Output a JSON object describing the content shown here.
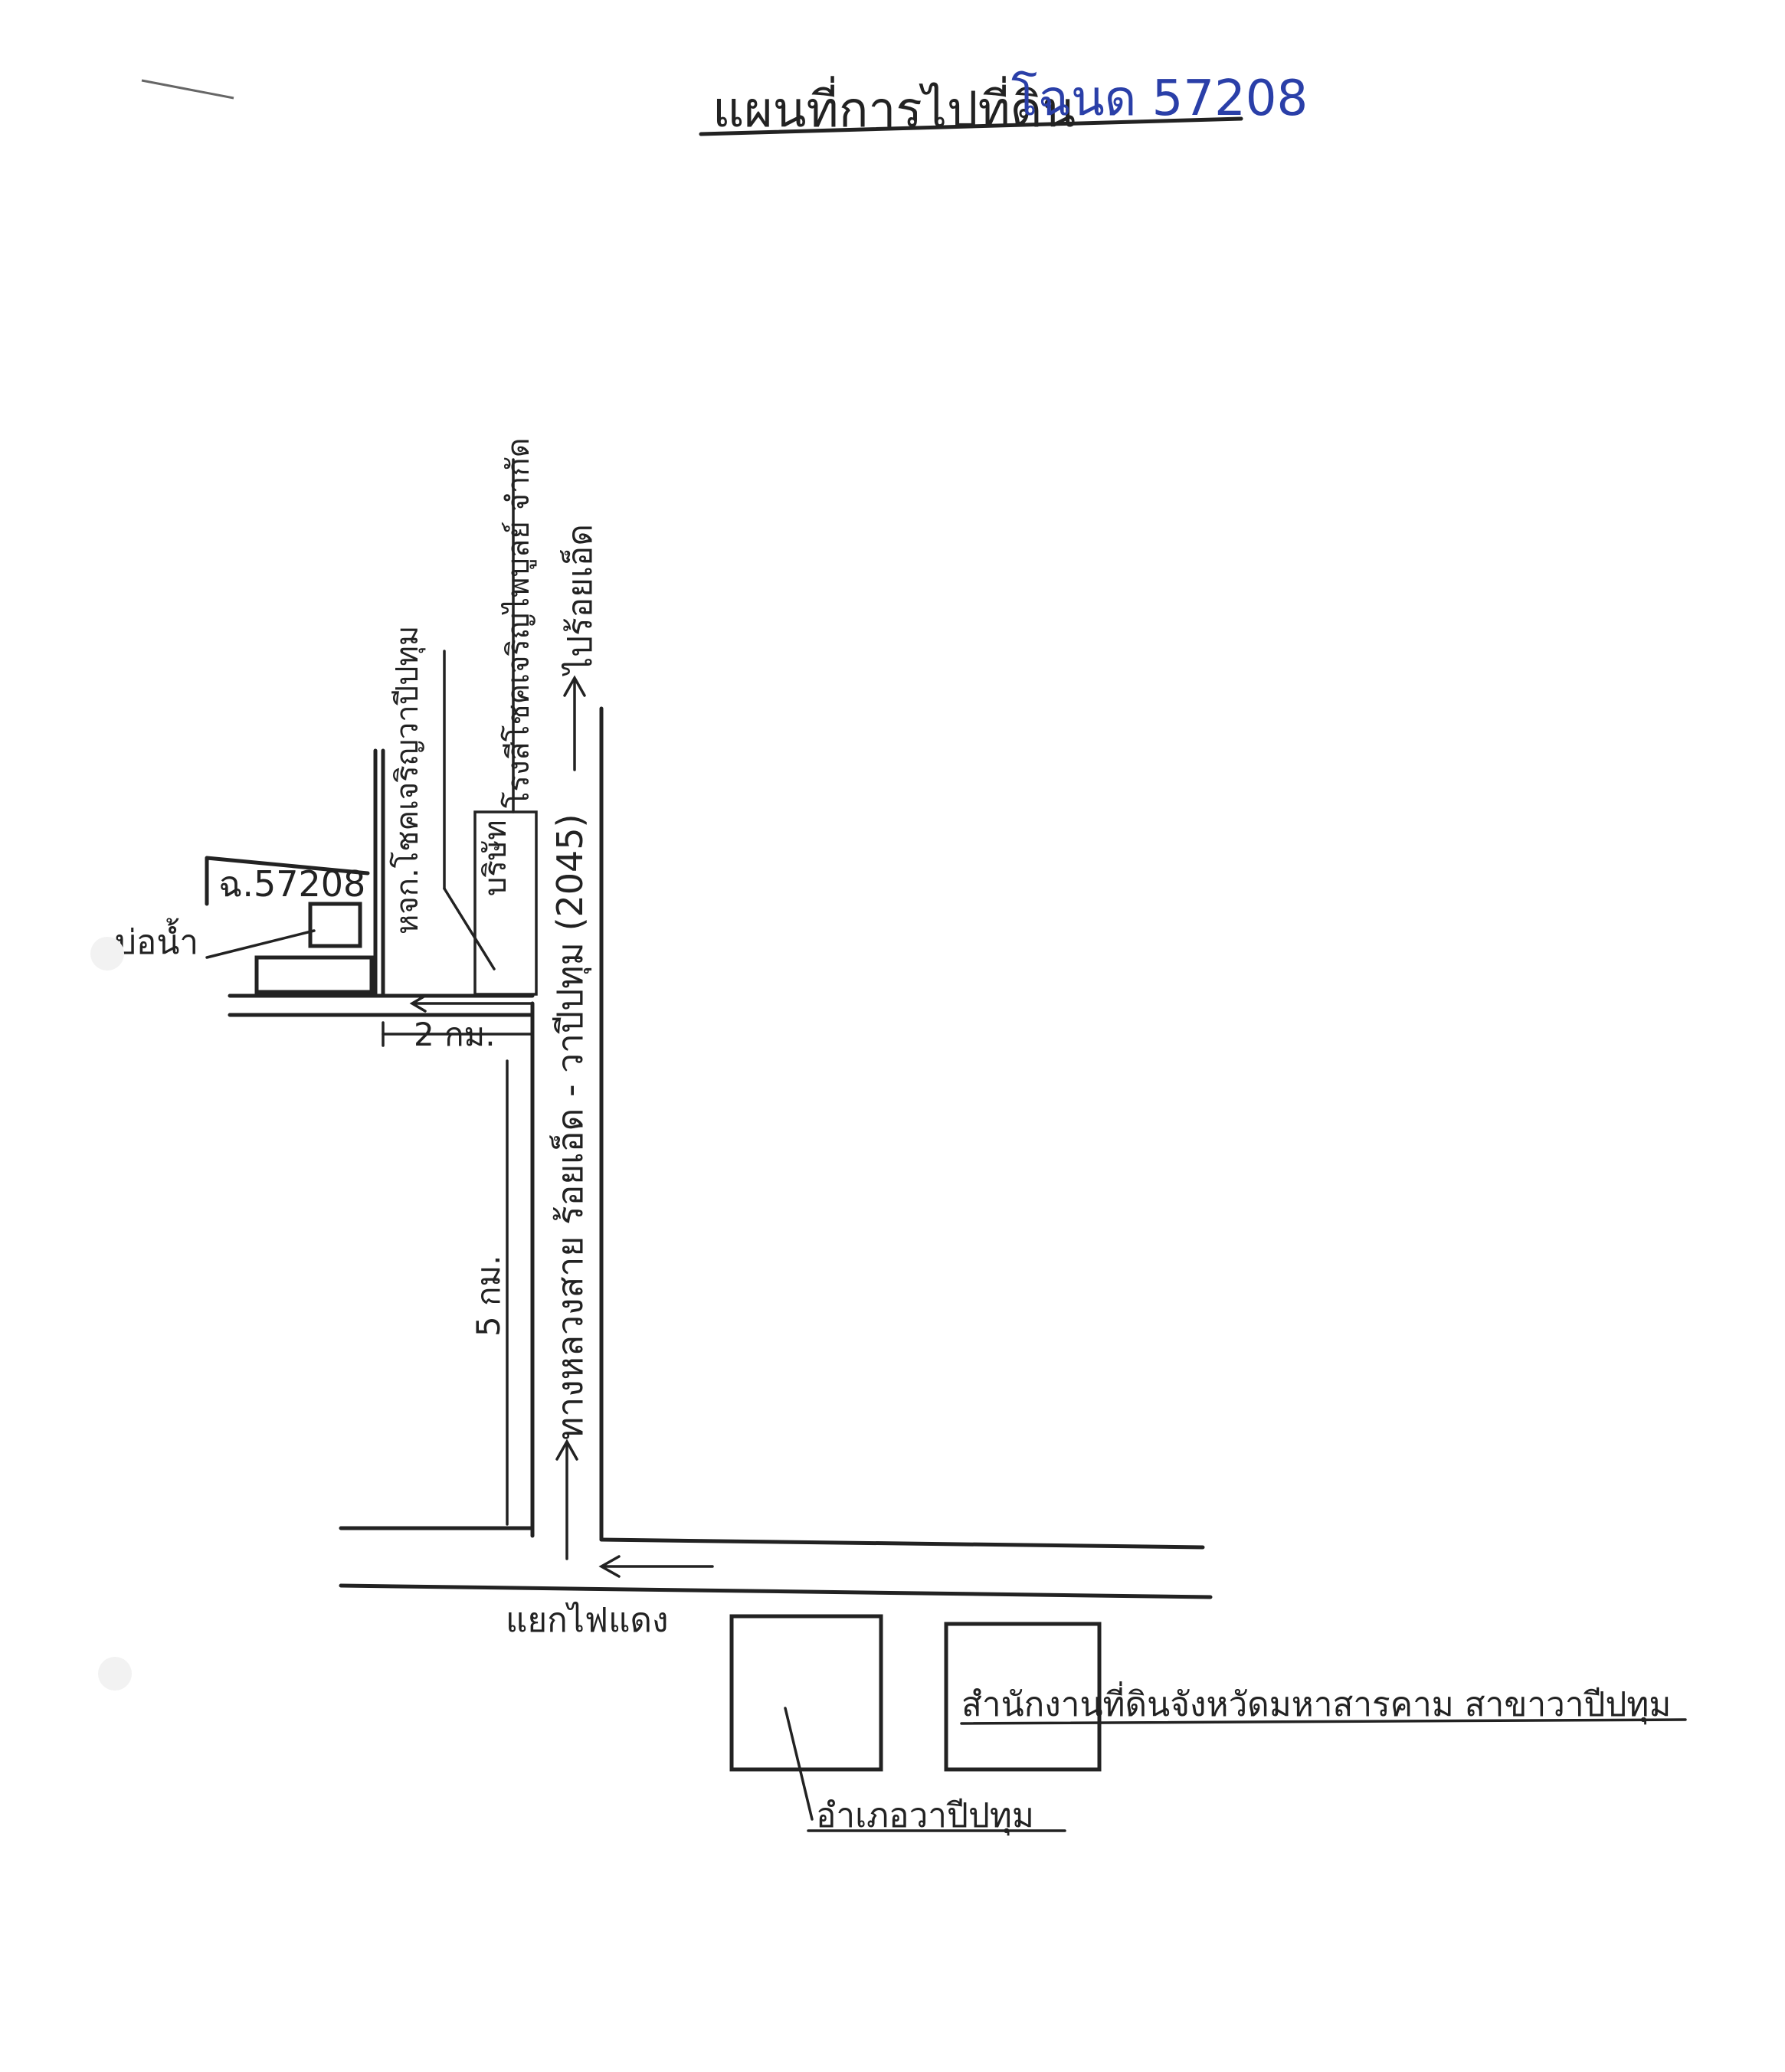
{
  "title": {
    "prefix": "แผนที่การไปที่ดิน",
    "deed": "โฉนด 57208"
  },
  "colors": {
    "ink": "#222222",
    "deed_ink": "#2a3fa8",
    "paper": "#ffffff"
  },
  "labels": {
    "parcel": "ฉ.57208",
    "water_pond": "บ่อน้ำ",
    "rice_mill_1": "หจก.โชคเจริญวาปีปทุม",
    "rice_mill_2_company": "บริษัท",
    "rice_mill_2": "โรงสีโชคเจริญไพบูลย์ จำกัด",
    "to_roi_et": "ไปร้อยเอ็ด",
    "highway": "ทางหลวงสาย ร้อยเอ็ด - วาปีปทุม (2045)",
    "distance_side": "2 กม.",
    "distance_main": "5 กม.",
    "traffic_light": "แยกไฟแดง",
    "land_office": "สำนักงานที่ดินจังหวัดมหาสารคาม สาขาวาปีปทุม",
    "district_office": "อำเภอวาปีปทุม"
  },
  "icons": [
    "arrow-up-icon",
    "arrow-left-icon",
    "arrow-right-icon"
  ]
}
